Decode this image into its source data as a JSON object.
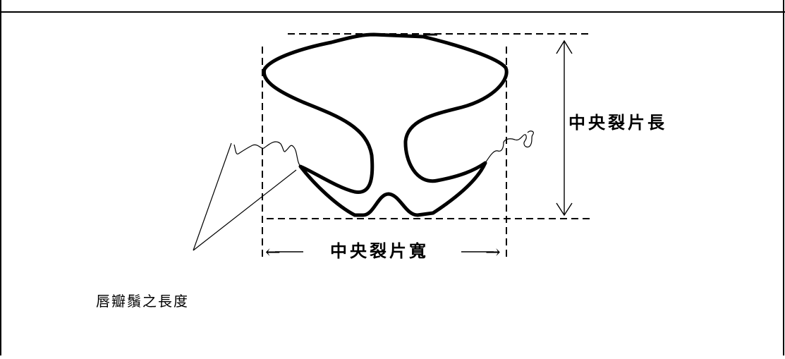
{
  "diagram": {
    "labels": {
      "central_lobe_length": "中央裂片長",
      "central_lobe_width": "中央裂片寬",
      "lip_hair_length": "唇瓣鬚之長度"
    },
    "arrows": {
      "width_left": "←",
      "width_right": "→"
    },
    "colors": {
      "stroke": "#000000",
      "background": "#ffffff"
    }
  }
}
